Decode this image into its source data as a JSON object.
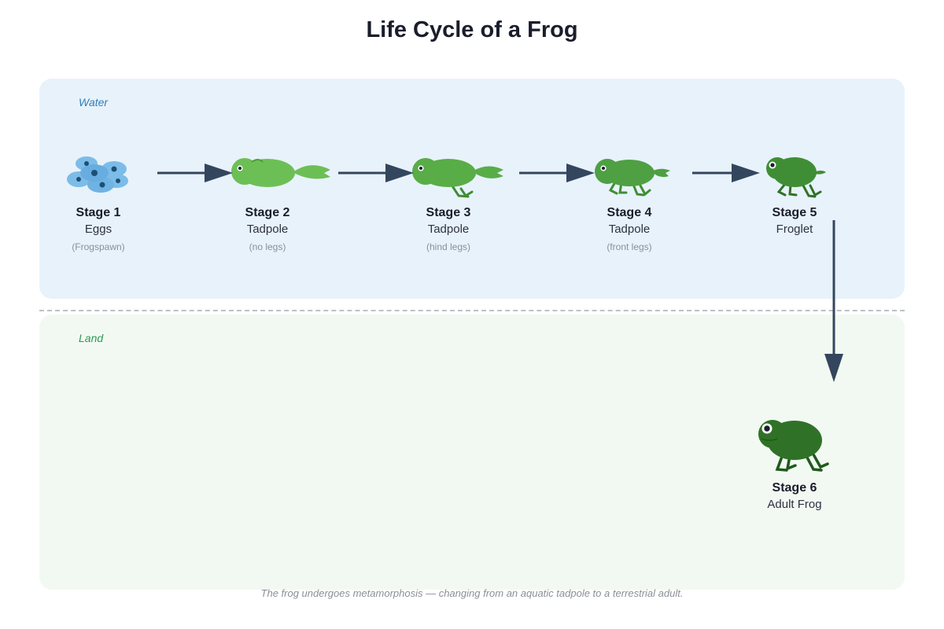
{
  "title": "Life Cycle of a Frog",
  "zones": {
    "water": "Water",
    "land": "Land"
  },
  "stages": [
    {
      "number": "Stage 1",
      "name": "Eggs",
      "note": "(Frogspawn)"
    },
    {
      "number": "Stage 2",
      "name": "Tadpole",
      "note": "(no legs)"
    },
    {
      "number": "Stage 3",
      "name": "Tadpole",
      "note": "(hind legs)"
    },
    {
      "number": "Stage 4",
      "name": "Tadpole",
      "note": "(front legs)"
    },
    {
      "number": "Stage 5",
      "name": "Froglet",
      "note": ""
    },
    {
      "number": "Stage 6",
      "name": "Adult Frog",
      "note": ""
    }
  ],
  "caption": "The frog undergoes metamorphosis — changing from an aquatic tadpole to a terrestrial adult.",
  "colors": {
    "water_zone": "#e8f2fb",
    "land_zone": "#f2f9f2",
    "arrow": "#34465e",
    "eggs": "#7cbce8",
    "tadpole": "#6cbf55",
    "froglet": "#3f8e35",
    "adult": "#2f7227"
  },
  "icons": [
    "eggs-icon",
    "tadpole-icon",
    "tadpole-hind-legs-icon",
    "tadpole-front-legs-icon",
    "froglet-icon",
    "adult-frog-icon"
  ]
}
